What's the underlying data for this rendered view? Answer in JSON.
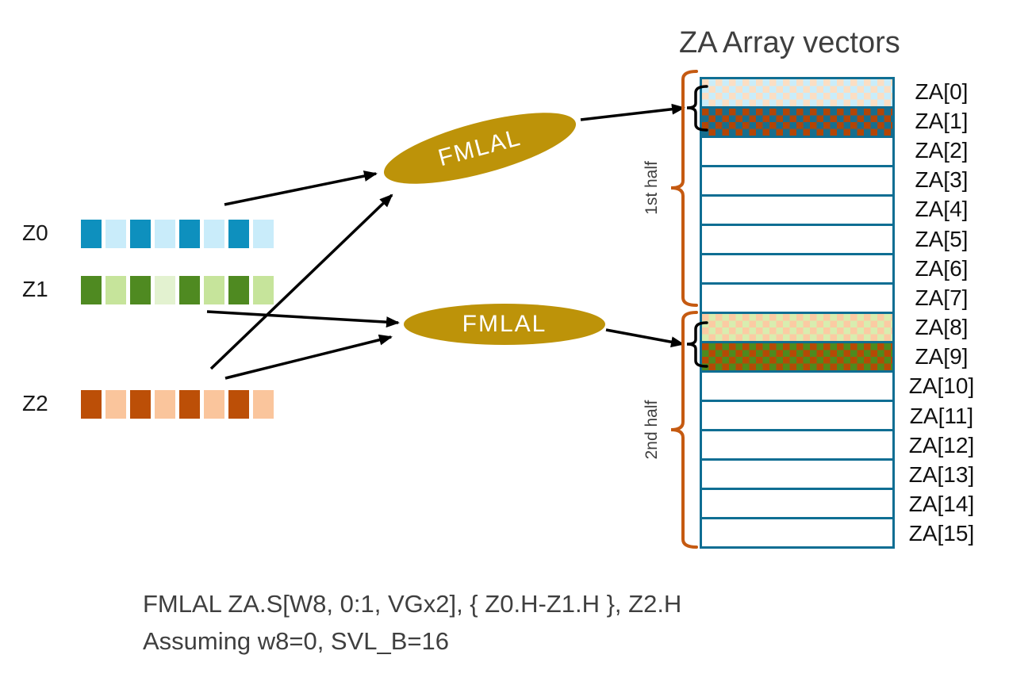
{
  "title": "ZA Array vectors",
  "registers": [
    {
      "name": "Z0",
      "square_colors": [
        "#0E90BE",
        "#C9ECFA",
        "#0E90BE",
        "#C9ECFA",
        "#0E90BE",
        "#C9ECFA",
        "#0E90BE",
        "#C9ECFA"
      ]
    },
    {
      "name": "Z1",
      "square_colors": [
        "#4F8A21",
        "#C6E49B",
        "#4F8A21",
        "#E3F2D0",
        "#4F8A21",
        "#C6E49B",
        "#4F8A21",
        "#C6E49B"
      ]
    },
    {
      "name": "Z2",
      "square_colors": [
        "#BC4F07",
        "#FAC59C",
        "#BC4F07",
        "#FAC59C",
        "#BC4F07",
        "#FAC59C",
        "#BC4F07",
        "#FAC59C"
      ]
    }
  ],
  "operations": [
    {
      "label": "FMLAL"
    },
    {
      "label": "FMLAL"
    }
  ],
  "za_table": {
    "rows": [
      {
        "label": "ZA[0]",
        "fill": "check-lightblue-peach"
      },
      {
        "label": "ZA[1]",
        "fill": "check-teal-rust"
      },
      {
        "label": "ZA[2]",
        "fill": "plain"
      },
      {
        "label": "ZA[3]",
        "fill": "plain"
      },
      {
        "label": "ZA[4]",
        "fill": "plain"
      },
      {
        "label": "ZA[5]",
        "fill": "plain"
      },
      {
        "label": "ZA[6]",
        "fill": "plain"
      },
      {
        "label": "ZA[7]",
        "fill": "plain"
      },
      {
        "label": "ZA[8]",
        "fill": "check-lightgreen-peach"
      },
      {
        "label": "ZA[9]",
        "fill": "check-green-rust"
      },
      {
        "label": "ZA[10]",
        "fill": "plain"
      },
      {
        "label": "ZA[11]",
        "fill": "plain"
      },
      {
        "label": "ZA[12]",
        "fill": "plain"
      },
      {
        "label": "ZA[13]",
        "fill": "plain"
      },
      {
        "label": "ZA[14]",
        "fill": "plain"
      },
      {
        "label": "ZA[15]",
        "fill": "plain"
      }
    ],
    "fills": {
      "check-lightblue-peach": [
        "#C9EDFA",
        "#FBDEC3"
      ],
      "check-teal-rust": [
        "#176E8E",
        "#B34505"
      ],
      "check-lightgreen-peach": [
        "#D8EDAF",
        "#FBCBA3"
      ],
      "check-green-rust": [
        "#4E8A1E",
        "#B54A05"
      ]
    }
  },
  "brackets": {
    "first_half": "1st half",
    "second_half": "2nd half"
  },
  "caption": {
    "line1": "FMLAL ZA.S[W8, 0:1, VGx2], { Z0.H-Z1.H }, Z2.H",
    "line2": "Assuming w8=0, SVL_B=16"
  },
  "palette": {
    "table_border": "#0F6E93",
    "brace_orange": "#C55A11",
    "ellipse_gold": "#BD9309",
    "text_gray": "#3F3F3F",
    "arrow_black": "#000000"
  }
}
